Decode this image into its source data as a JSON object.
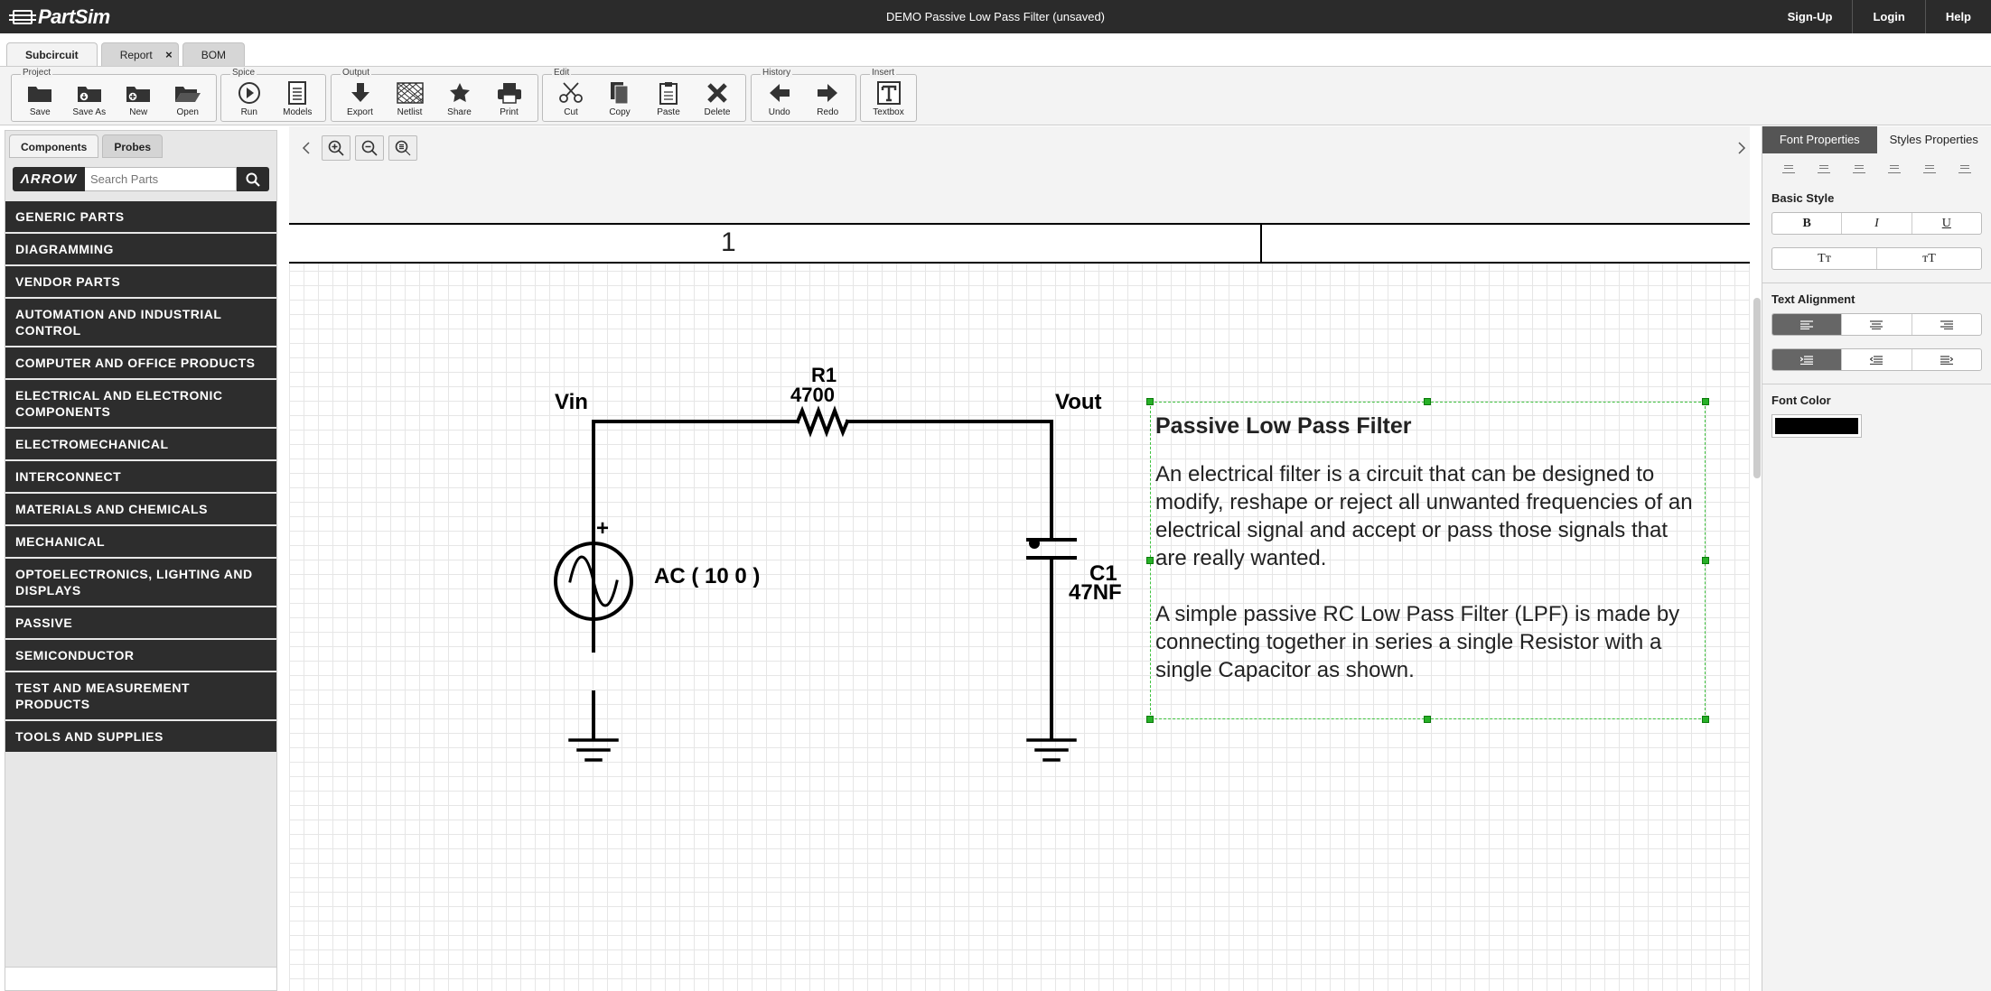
{
  "app": {
    "name": "PartSim",
    "document_title": "DEMO Passive Low Pass Filter (unsaved)"
  },
  "topnav": [
    "Sign-Up",
    "Login",
    "Help"
  ],
  "doc_tabs": [
    {
      "label": "Subcircuit",
      "active": true
    },
    {
      "label": "Report",
      "active": false,
      "closable": true,
      "close": "×"
    },
    {
      "label": "BOM",
      "active": false
    }
  ],
  "toolbar": {
    "groups": [
      {
        "label": "Project",
        "buttons": [
          {
            "label": "Save",
            "icon": "save-icon"
          },
          {
            "label": "Save As",
            "icon": "save-as-icon"
          },
          {
            "label": "New",
            "icon": "new-icon"
          },
          {
            "label": "Open",
            "icon": "open-folder-icon"
          }
        ]
      },
      {
        "label": "Spice",
        "buttons": [
          {
            "label": "Run",
            "icon": "play-icon"
          },
          {
            "label": "Models",
            "icon": "models-icon"
          }
        ]
      },
      {
        "label": "Output",
        "buttons": [
          {
            "label": "Export",
            "icon": "download-arrow-icon"
          },
          {
            "label": "Netlist",
            "icon": "netlist-icon"
          },
          {
            "label": "Share",
            "icon": "star-icon"
          },
          {
            "label": "Print",
            "icon": "printer-icon"
          }
        ]
      },
      {
        "label": "Edit",
        "buttons": [
          {
            "label": "Cut",
            "icon": "scissors-icon"
          },
          {
            "label": "Copy",
            "icon": "copy-icon"
          },
          {
            "label": "Paste",
            "icon": "paste-icon"
          },
          {
            "label": "Delete",
            "icon": "delete-x-icon"
          }
        ]
      },
      {
        "label": "History",
        "buttons": [
          {
            "label": "Undo",
            "icon": "arrow-left-icon"
          },
          {
            "label": "Redo",
            "icon": "arrow-right-icon"
          }
        ]
      },
      {
        "label": "Insert",
        "buttons": [
          {
            "label": "Textbox",
            "icon": "textbox-icon"
          }
        ]
      }
    ]
  },
  "left_panel": {
    "tabs": [
      {
        "label": "Components",
        "active": true
      },
      {
        "label": "Probes",
        "active": false
      }
    ],
    "brand_logo": "ΛRROW",
    "search": {
      "placeholder": "Search Parts",
      "value": ""
    },
    "categories": [
      "GENERIC PARTS",
      "DIAGRAMMING",
      "VENDOR PARTS",
      "AUTOMATION AND INDUSTRIAL CONTROL",
      "COMPUTER AND OFFICE PRODUCTS",
      "ELECTRICAL AND ELECTRONIC COMPONENTS",
      "ELECTROMECHANICAL",
      "INTERCONNECT",
      "MATERIALS AND CHEMICALS",
      "MECHANICAL",
      "OPTOELECTRONICS, LIGHTING AND DISPLAYS",
      "PASSIVE",
      "SEMICONDUCTOR",
      "TEST AND MEASUREMENT PRODUCTS",
      "TOOLS AND SUPPLIES"
    ]
  },
  "canvas": {
    "sheet_number": "1",
    "schematic": {
      "vin_label": "Vin",
      "vout_label": "Vout",
      "resistor_name": "R1",
      "resistor_value": "4700",
      "source_label": "AC ( 10 0 )",
      "source_plus": "+",
      "capacitor_name": "C1",
      "capacitor_value": "47NF"
    },
    "textbox": {
      "heading": "Passive Low Pass Filter",
      "paragraph1": "An electrical filter is a circuit that can be designed to modify, reshape or reject all unwanted frequencies of an electrical signal and accept or pass those signals that are really wanted.",
      "paragraph2": "A simple passive RC Low Pass Filter (LPF) is made by connecting together in series a single Resistor with a single Capacitor as shown."
    }
  },
  "right_panel": {
    "tabs": [
      {
        "label": "Font Properties",
        "active": true
      },
      {
        "label": "Styles Properties",
        "active": false
      }
    ],
    "basic_style": {
      "title": "Basic Style",
      "bold": "B",
      "italic": "I",
      "underline": "U",
      "case_lower": "Tт",
      "case_upper": "тT"
    },
    "text_alignment": {
      "title": "Text Alignment",
      "selected_align": "left",
      "selected_indent": "first"
    },
    "font_color": {
      "title": "Font Color",
      "value": "#000000"
    }
  },
  "colors": {
    "topbar": "#2b2b2b",
    "selection": "#3ec23e",
    "category_bg": "#2d2d2d"
  }
}
